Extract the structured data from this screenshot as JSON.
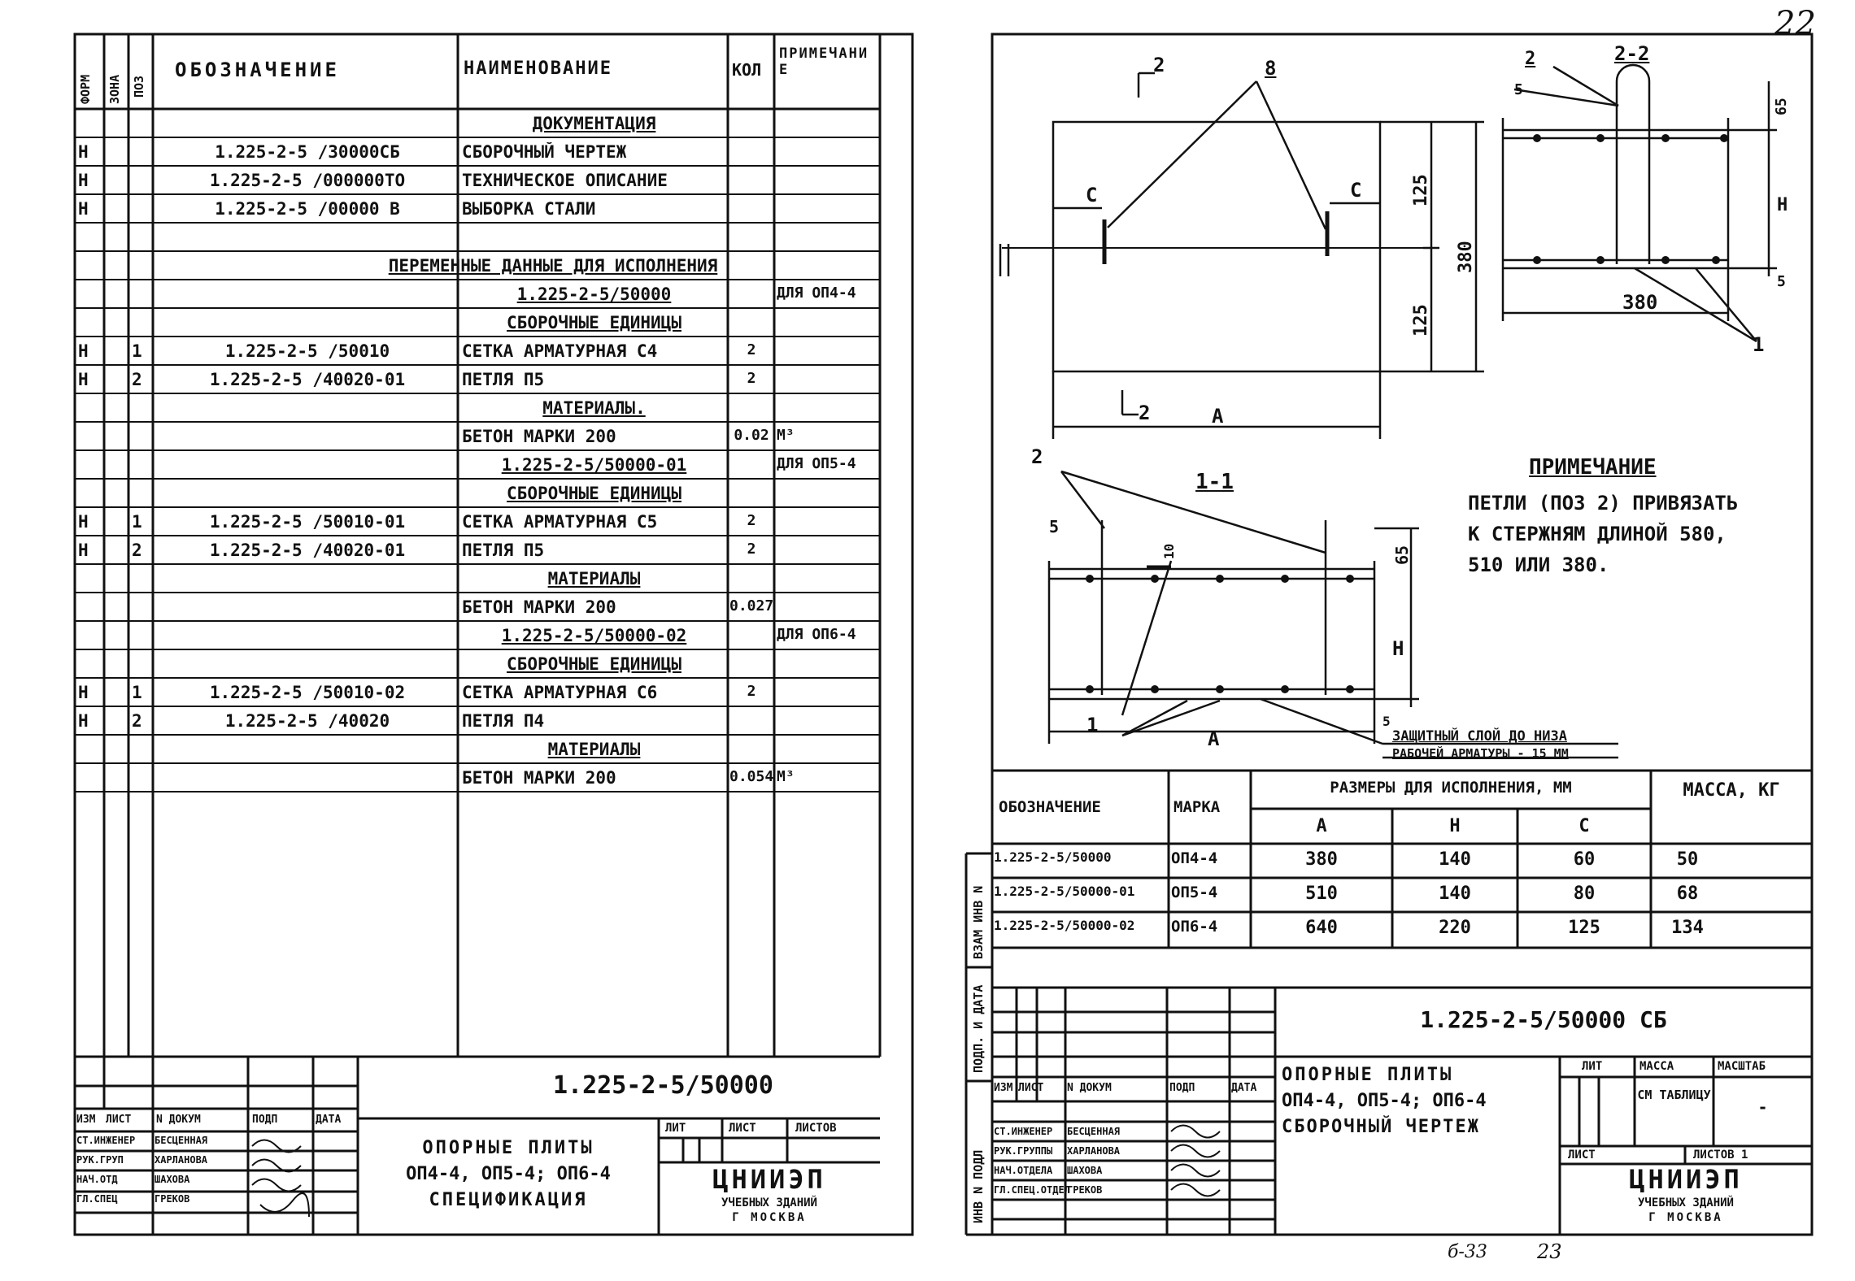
{
  "page_marks": {
    "top_right": "22",
    "bottom_left": "б-33",
    "bottom_right": "23"
  },
  "left_sheet": {
    "headers": {
      "form": "ФОРМ",
      "zone": "ЗОНА",
      "pos": "ПОЗ",
      "designation": "ОБОЗНАЧЕНИЕ",
      "name": "НАИМЕНОВАНИЕ",
      "qty": "КОЛ",
      "note": "ПРИМЕЧАНИЕ"
    },
    "rows": [
      {
        "form": "",
        "pos": "",
        "designation": "",
        "name": "ДОКУМЕНТАЦИЯ",
        "qty": "",
        "note": "",
        "section": true
      },
      {
        "form": "Н",
        "pos": "",
        "designation": "1.225-2-5 /30000СБ",
        "name": "СБОРОЧНЫЙ ЧЕРТЕЖ",
        "qty": "",
        "note": ""
      },
      {
        "form": "Н",
        "pos": "",
        "designation": "1.225-2-5 /000000ТО",
        "name": "ТЕХНИЧЕСКОЕ ОПИСАНИЕ",
        "qty": "",
        "note": ""
      },
      {
        "form": "Н",
        "pos": "",
        "designation": "1.225-2-5 /00000 В",
        "name": "ВЫБОРКА СТАЛИ",
        "qty": "",
        "note": ""
      },
      {
        "form": "",
        "pos": "",
        "designation": "",
        "name": "",
        "qty": "",
        "note": ""
      },
      {
        "form": "",
        "pos": "",
        "designation": "",
        "name": "ПЕРЕМЕННЫЕ ДАННЫЕ ДЛЯ ИСПОЛНЕНИЯ",
        "qty": "",
        "note": "",
        "section": true,
        "wide": true
      },
      {
        "form": "",
        "pos": "",
        "designation": "",
        "name": "1.225-2-5/50000",
        "qty": "",
        "note": "ДЛЯ ОП4-4",
        "section": true
      },
      {
        "form": "",
        "pos": "",
        "designation": "",
        "name": "СБОРОЧНЫЕ ЕДИНИЦЫ",
        "qty": "",
        "note": "",
        "section": true
      },
      {
        "form": "Н",
        "pos": "1",
        "designation": "1.225-2-5 /50010",
        "name": "СЕТКА АРМАТУРНАЯ С4",
        "qty": "2",
        "note": ""
      },
      {
        "form": "Н",
        "pos": "2",
        "designation": "1.225-2-5 /40020-01",
        "name": "ПЕТЛЯ П5",
        "qty": "2",
        "note": ""
      },
      {
        "form": "",
        "pos": "",
        "designation": "",
        "name": "МАТЕРИАЛЫ.",
        "qty": "",
        "note": "",
        "section": true
      },
      {
        "form": "",
        "pos": "",
        "designation": "",
        "name": "БЕТОН МАРКИ 200",
        "qty": "0.02",
        "note": "М³"
      },
      {
        "form": "",
        "pos": "",
        "designation": "",
        "name": "1.225-2-5/50000-01",
        "qty": "",
        "note": "ДЛЯ ОП5-4",
        "section": true
      },
      {
        "form": "",
        "pos": "",
        "designation": "",
        "name": "СБОРОЧНЫЕ ЕДИНИЦЫ",
        "qty": "",
        "note": "",
        "section": true
      },
      {
        "form": "Н",
        "pos": "1",
        "designation": "1.225-2-5 /50010-01",
        "name": "СЕТКА АРМАТУРНАЯ С5",
        "qty": "2",
        "note": ""
      },
      {
        "form": "Н",
        "pos": "2",
        "designation": "1.225-2-5 /40020-01",
        "name": "ПЕТЛЯ П5",
        "qty": "2",
        "note": ""
      },
      {
        "form": "",
        "pos": "",
        "designation": "",
        "name": "МАТЕРИАЛЫ",
        "qty": "",
        "note": "",
        "section": true
      },
      {
        "form": "",
        "pos": "",
        "designation": "",
        "name": "БЕТОН МАРКИ 200",
        "qty": "0.027",
        "note": ""
      },
      {
        "form": "",
        "pos": "",
        "designation": "",
        "name": "1.225-2-5/50000-02",
        "qty": "",
        "note": "ДЛЯ ОП6-4",
        "section": true
      },
      {
        "form": "",
        "pos": "",
        "designation": "",
        "name": "СБОРОЧНЫЕ ЕДИНИЦЫ",
        "qty": "",
        "note": "",
        "section": true
      },
      {
        "form": "Н",
        "pos": "1",
        "designation": "1.225-2-5 /50010-02",
        "name": "СЕТКА АРМАТУРНАЯ С6",
        "qty": "2",
        "note": ""
      },
      {
        "form": "Н",
        "pos": "2",
        "designation": "1.225-2-5 /40020",
        "name": "ПЕТЛЯ П4",
        "qty": "",
        "note": ""
      },
      {
        "form": "",
        "pos": "",
        "designation": "",
        "name": "МАТЕРИАЛЫ",
        "qty": "",
        "note": "",
        "section": true
      },
      {
        "form": "",
        "pos": "",
        "designation": "",
        "name": "БЕТОН МАРКИ 200",
        "qty": "0.054",
        "note": "М³"
      }
    ],
    "title_block": {
      "doc_code": "1.225-2-5/50000",
      "rev_headers": [
        "ИЗМ",
        "ЛИСТ",
        "N ДОКУМ",
        "ПОДП",
        "ДАТА"
      ],
      "signers": [
        {
          "role": "СТ.ИНЖЕНЕР",
          "name": "БЕСЦЕННАЯ"
        },
        {
          "role": "РУК.ГРУП",
          "name": "ХАРЛАНОВА"
        },
        {
          "role": "НАЧ.ОТД",
          "name": "ШАХОВА"
        },
        {
          "role": "ГЛ.СПЕЦ",
          "name": "ГРЕКОВ"
        }
      ],
      "title_lines": [
        "ОПОРНЫЕ ПЛИТЫ",
        "ОП4-4, ОП5-4; ОП6-4",
        "СПЕЦИФИКАЦИЯ"
      ],
      "stage_headers": [
        "ЛИТ",
        "ЛИСТ",
        "ЛИСТОВ"
      ],
      "org": "ЦНИИЭП",
      "org_sub1": "УЧЕБНЫХ ЗДАНИЙ",
      "org_sub2": "Г МОСКВА"
    }
  },
  "right_sheet": {
    "labels": {
      "cut2": "2",
      "cut2_bottom": "2",
      "pos8": "8",
      "c_left": "С",
      "c_right": "С",
      "d125_top": "125",
      "d125_bot": "125",
      "d380_v": "380",
      "a_bottom": "А",
      "section22": "2-2",
      "s2_pos2": "2",
      "s2_5": "5",
      "s2_65": "65",
      "s2_H": "Н",
      "s2_5b": "5",
      "s2_380": "380",
      "s2_1": "1",
      "section11": "1-1",
      "s1_pos2": "2",
      "s1_5": "5",
      "s1_10": "10",
      "s1_65": "65",
      "s1_H": "Н",
      "s1_1": "1",
      "s1_A": "А",
      "s1_5b": "5"
    },
    "protect_note_1": "ЗАЩИТНЫЙ СЛОЙ ДО НИЗА",
    "protect_note_2": "РАБОЧЕЙ АРМАТУРЫ - 15 ММ",
    "note_title": "ПРИМЕЧАНИЕ",
    "note_lines": [
      "ПЕТЛИ (ПОЗ 2) ПРИВЯЗАТЬ",
      "К СТЕРЖНЯМ ДЛИНОЙ 580,",
      "510 ИЛИ 380."
    ],
    "table": {
      "h_designation": "ОБОЗНАЧЕНИЕ",
      "h_mark": "МАРКА",
      "h_dims": "РАЗМЕРЫ ДЛЯ ИСПОЛНЕНИЯ, ММ",
      "h_mass": "МАССА, КГ",
      "h_a": "А",
      "h_h": "Н",
      "h_c": "С",
      "rows": [
        {
          "designation": "1.225-2-5/50000",
          "mark": "ОП4-4",
          "a": "380",
          "h": "140",
          "c": "60",
          "mass": "50"
        },
        {
          "designation": "1.225-2-5/50000-01",
          "mark": "ОП5-4",
          "a": "510",
          "h": "140",
          "c": "80",
          "mass": "68"
        },
        {
          "designation": "1.225-2-5/50000-02",
          "mark": "ОП6-4",
          "a": "640",
          "h": "220",
          "c": "125",
          "mass": "134"
        }
      ]
    },
    "side_stamp": [
      "ИНВ N ПОДЛ",
      "ПОДП. И ДАТА",
      "ВЗАМ ИНВ N"
    ],
    "title_block": {
      "doc_code": "1.225-2-5/50000 СБ",
      "rev_headers": [
        "ИЗМ",
        "ЛИСТ",
        "N ДОКУМ",
        "ПОДП",
        "ДАТА"
      ],
      "signers": [
        {
          "role": "СТ.ИНЖЕНЕР",
          "name": "БЕСЦЕННАЯ"
        },
        {
          "role": "РУК.ГРУППЫ",
          "name": "ХАРЛАНОВА"
        },
        {
          "role": "НАЧ.ОТДЕЛА",
          "name": "ШАХОВА"
        },
        {
          "role": "ГЛ.СПЕЦ.ОТДЕЛ",
          "name": "ГРЕКОВ"
        }
      ],
      "title_lines": [
        "ОПОРНЫЕ ПЛИТЫ",
        "ОП4-4, ОП5-4; ОП6-4",
        "СБОРОЧНЫЙ ЧЕРТЕЖ"
      ],
      "stage_headers": [
        "ЛИТ",
        "МАССА",
        "МАСШТАБ"
      ],
      "mass_val": "СМ ТАБЛИЦУ",
      "scale_val": "-",
      "sheet_headers": [
        "ЛИСТ",
        "ЛИСТОВ 1"
      ],
      "org": "ЦНИИЭП",
      "org_sub1": "УЧЕБНЫХ ЗДАНИЙ",
      "org_sub2": "Г МОСКВА"
    }
  }
}
